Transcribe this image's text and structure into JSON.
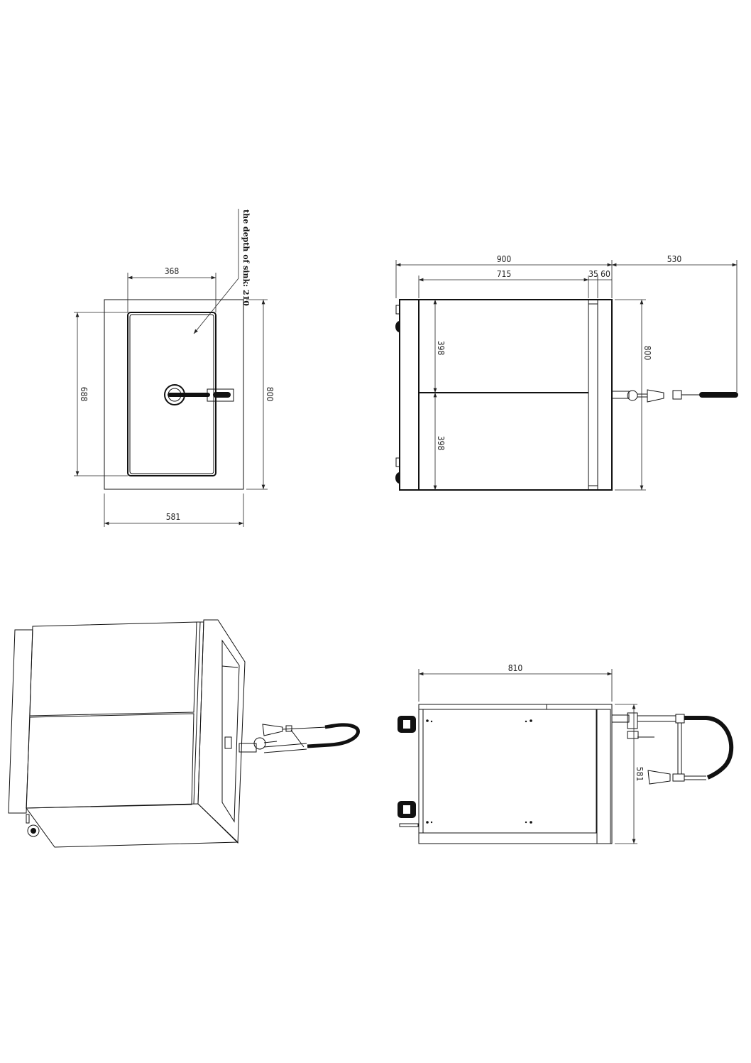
{
  "top_view": {
    "sink_width": "368",
    "sink_length": "688",
    "overall_length": "800",
    "overall_width": "581",
    "sink_depth_note": "the depth of sink: 210"
  },
  "side_view": {
    "overall_length": "900",
    "faucet_reach": "530",
    "panel_length": "715",
    "gap": "35",
    "end_width": "60",
    "height": "800",
    "upper_panel": "398",
    "lower_panel": "398"
  },
  "bottom_view": {
    "length": "810",
    "width": "581"
  },
  "colors": {
    "line": "#111111",
    "background": "#ffffff"
  }
}
